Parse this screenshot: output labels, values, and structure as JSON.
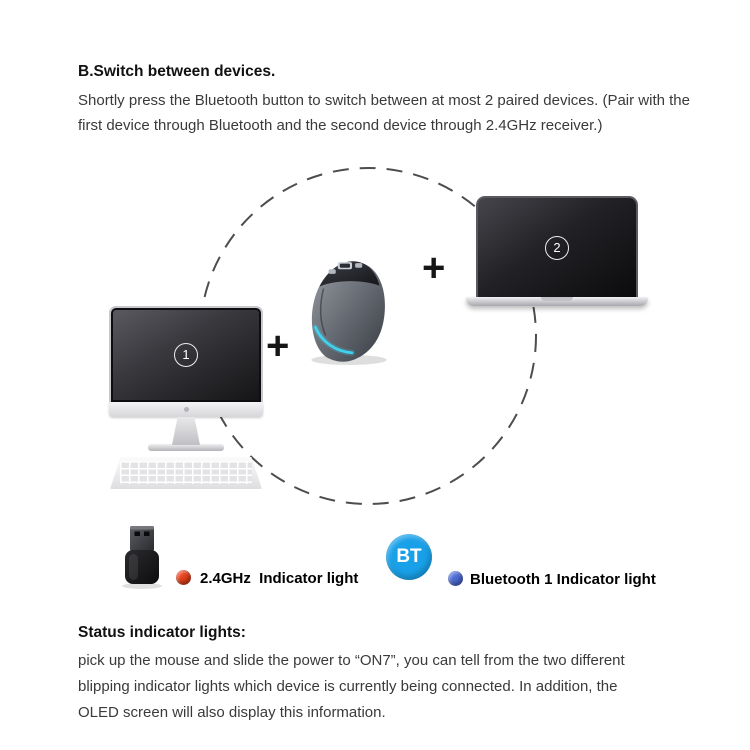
{
  "intro": {
    "heading": "B.Switch between devices.",
    "body_lines": [
      "Shortly press the Bluetooth button to switch between at most 2 paired devices. (Pair with the",
      "first device through Bluetooth and the second device through 2.4GHz receiver.)"
    ]
  },
  "diagram": {
    "device1_number": "1",
    "device2_number": "2",
    "plus1": "+",
    "plus2": "+"
  },
  "legend": {
    "rf_label": "2.4GHz  Indicator light",
    "bt_badge": "BT",
    "bt_label": "Bluetooth 1 Indicator light",
    "colors": {
      "rf_dot": "#e8411c",
      "bt_dot": "#4f6cd8",
      "bt_badge_bg": "#18a0e8"
    }
  },
  "status": {
    "heading": "Status indicator lights:",
    "body_lines": [
      "pick up the mouse and slide the power to “ON7”, you can tell from the two different",
      "blipping indicator lights which device is currently being connected. In addition, the",
      "OLED screen will also display this information."
    ]
  }
}
